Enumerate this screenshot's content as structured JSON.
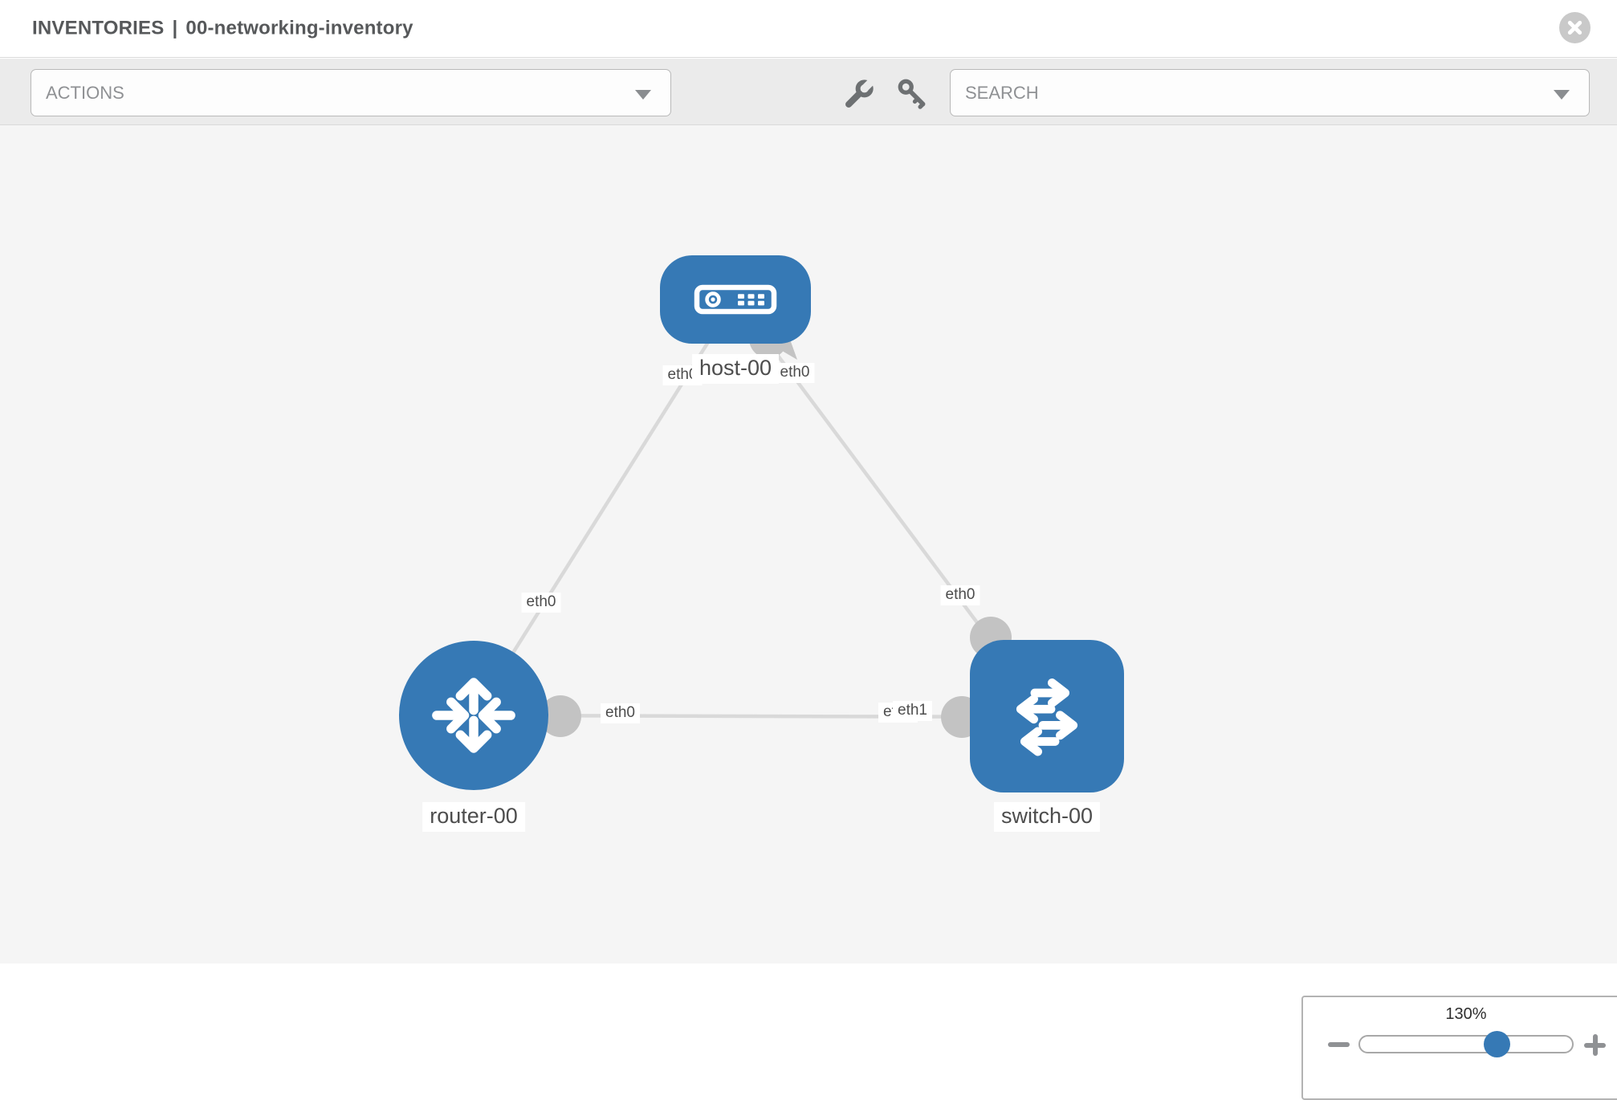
{
  "header": {
    "section": "INVENTORIES",
    "separator": "|",
    "inventory_name": "00-networking-inventory"
  },
  "toolbar": {
    "actions_label": "ACTIONS",
    "search_label": "SEARCH",
    "icons": [
      "wrench-icon",
      "key-icon"
    ]
  },
  "topology": {
    "nodes": [
      {
        "label": "host-00",
        "type": "host"
      },
      {
        "label": "router-00",
        "type": "router"
      },
      {
        "label": "switch-00",
        "type": "switch"
      }
    ],
    "links": [
      {
        "from": "host-00",
        "to": "router-00",
        "from_interface": "eth0",
        "to_interface": "eth0"
      },
      {
        "from": "host-00",
        "to": "switch-00",
        "from_interface": "eth0",
        "to_interface": "eth0"
      },
      {
        "from": "router-00",
        "to": "switch-00",
        "from_interface": "eth0",
        "to_interface": "eth1",
        "to_interface_overlapped": "eth0"
      }
    ]
  },
  "zoom_control": {
    "level": "130%"
  },
  "colors": {
    "node_blue": "#3679b5",
    "link_gray": "#d9d9d9",
    "stub_gray": "#c3c3c3",
    "canvas_bg": "#f5f5f5",
    "toolbar_bg": "#ebebeb",
    "title_text": "#56585a"
  }
}
